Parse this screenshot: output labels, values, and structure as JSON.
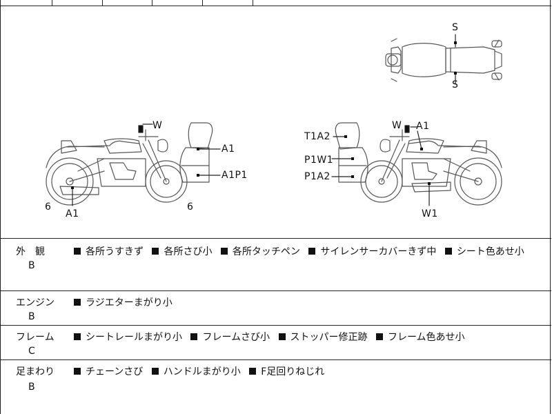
{
  "labels": {
    "s_top": "S",
    "s_bottom": "S",
    "left_w": "W",
    "left_a1_tank": "A1",
    "left_a1p1": "A1P1",
    "left_6_front": "6",
    "left_a1_bottom": "A1",
    "left_6_rear": "6",
    "right_t1a2": "T1A2",
    "right_p1w1": "P1W1",
    "right_p1a2": "P1A2",
    "right_w": "W",
    "right_a1": "A1",
    "right_w1": "W1"
  },
  "rows": [
    {
      "category": "外　観",
      "grade": "B",
      "notes": [
        "各所うすきず",
        "各所さび小",
        "各所タッチペン",
        "サイレンサーカバーきず中",
        "シート色あせ小"
      ]
    },
    {
      "category": "エンジン",
      "grade": "B",
      "notes": [
        "ラジエターまがり小"
      ]
    },
    {
      "category": "フレーム",
      "grade": "C",
      "notes": [
        "シートレールまがり小",
        "フレームさび小",
        "ストッパー修正跡",
        "フレーム色あせ小"
      ]
    },
    {
      "category": "足まわり",
      "grade": "B",
      "notes": [
        "チェーンさび",
        "ハンドルまがり小",
        "F足回りねじれ"
      ]
    }
  ]
}
